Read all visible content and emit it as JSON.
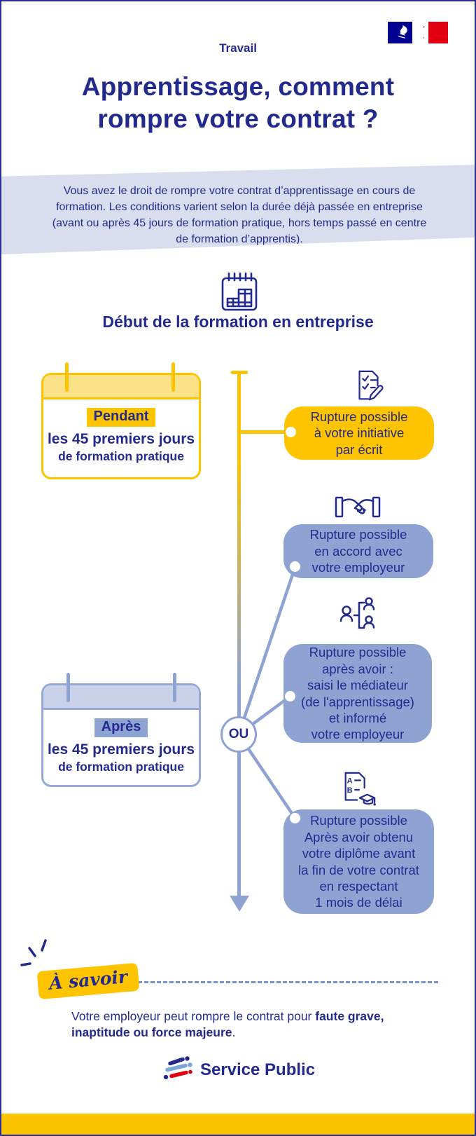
{
  "header": {
    "category": "Travail",
    "title": "Apprentissage, comment\nrompre votre contrat ?",
    "flag_icon": "french-government-marianne-flag"
  },
  "intro": {
    "text": "Vous avez le droit de rompre votre contrat d’apprentissage en cours de formation. Les conditions varient selon la durée déjà passée en entreprise (avant ou après 45 jours de formation pratique, hors temps passé en centre de formation d’apprentis)."
  },
  "timeline": {
    "icon": "calendar-grid-icon",
    "heading": "Début de la formation en entreprise",
    "ou_label": "OU"
  },
  "cards": {
    "pendant": {
      "highlight": "Pendant",
      "line1": "les 45 premiers jours",
      "line2": "de formation pratique"
    },
    "apres": {
      "highlight": "Après",
      "line1": "les 45 premiers jours",
      "line2": "de formation pratique"
    }
  },
  "bubbles": [
    {
      "icon": "document-check-pencil-icon",
      "color": "#FFC400",
      "text": "Rupture possible\nà votre initiative\npar écrit"
    },
    {
      "icon": "handshake-icon",
      "color": "#8FA3D3",
      "text": "Rupture possible\nen accord avec\nvotre employeur"
    },
    {
      "icon": "mediator-people-icon",
      "color": "#8FA3D3",
      "text": "Rupture possible\naprès avoir :\nsaisi le médiateur\n(de l'apprentissage)\net informé\nvotre employeur"
    },
    {
      "icon": "diploma-graduation-icon",
      "color": "#8FA3D3",
      "text": "Rupture possible\nAprès avoir obtenu\nvotre diplôme avant\nla fin de votre contrat\nen respectant\n1 mois de délai"
    }
  ],
  "note": {
    "badge": "À savoir",
    "text_regular": "Votre employeur peut rompre le contrat pour ",
    "text_bold": "faute grave, inaptitude ou force majeure",
    "text_end": "."
  },
  "footer": {
    "logo_icon": "service-public-logo",
    "logo_text": "Service Public"
  },
  "colors": {
    "navy": "#232A8E",
    "gold": "#FCC400",
    "light_yellow_header": "#FCE287",
    "periwinkle": "#8FA3D3",
    "light_periwinkle_header": "#C9D2E9",
    "lavender_band": "#D9DEEF",
    "flag_blue": "#000091",
    "flag_red": "#E1000F",
    "logo_light_blue": "#79A5DB",
    "dashed_line_blue": "#7A93CC"
  }
}
